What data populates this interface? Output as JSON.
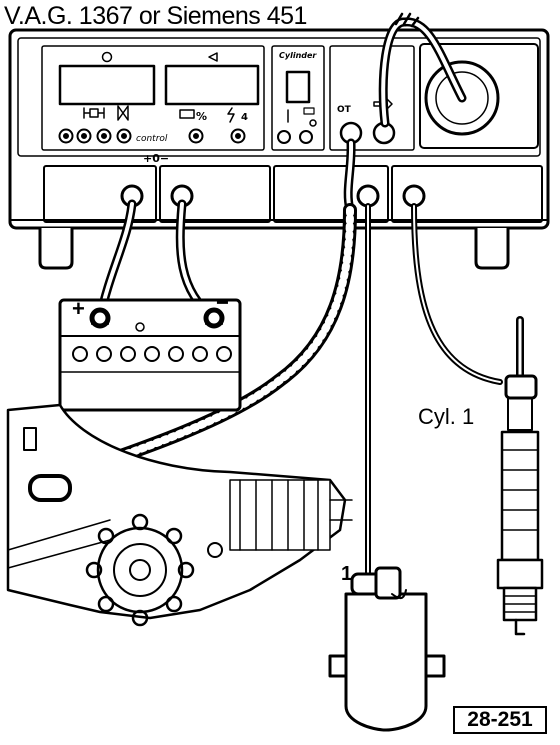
{
  "title": "V.A.G. 1367 or Siemens 451",
  "tester": {
    "cylinder_label": "Cylinder",
    "control_label": "control",
    "percent_label": "%",
    "lightning_label": "4",
    "polarity_label": "+0−",
    "ot_label": "OT"
  },
  "battery": {
    "plus_label": "+",
    "minus_label": "−"
  },
  "spark_plug_label": "Cyl. 1",
  "coil_lead_label": "1",
  "figure_ref": "28-251",
  "colors": {
    "line": "#000000",
    "background": "#ffffff"
  }
}
